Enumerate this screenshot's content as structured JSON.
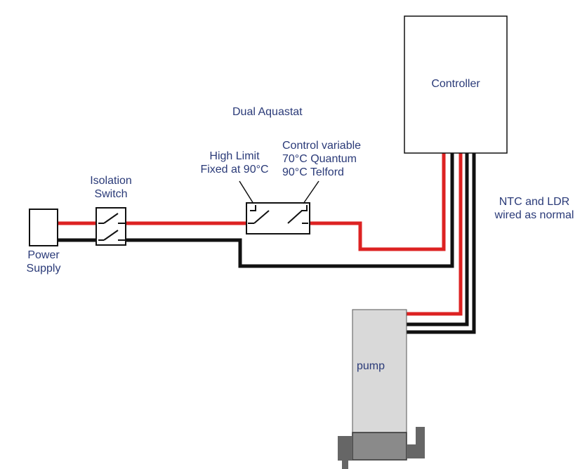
{
  "colors": {
    "live_wire": "#dd2222",
    "neutral_wire": "#111111",
    "label_text": "#2a3a78",
    "pump_body": "#d9d9d9",
    "pump_base": "#8a8a8a",
    "pump_flange": "#666666"
  },
  "labels": {
    "power_supply": "Power\nSupply",
    "isolation_switch": "Isolation\nSwitch",
    "dual_aquastat": "Dual Aquastat",
    "high_limit": "High Limit\nFixed at 90°C",
    "control_variable": "Control variable\n70°C Quantum\n90°C Telford",
    "controller": "Controller",
    "ntc_ldr": "NTC and LDR\nwired as normal",
    "pump": "pump"
  }
}
